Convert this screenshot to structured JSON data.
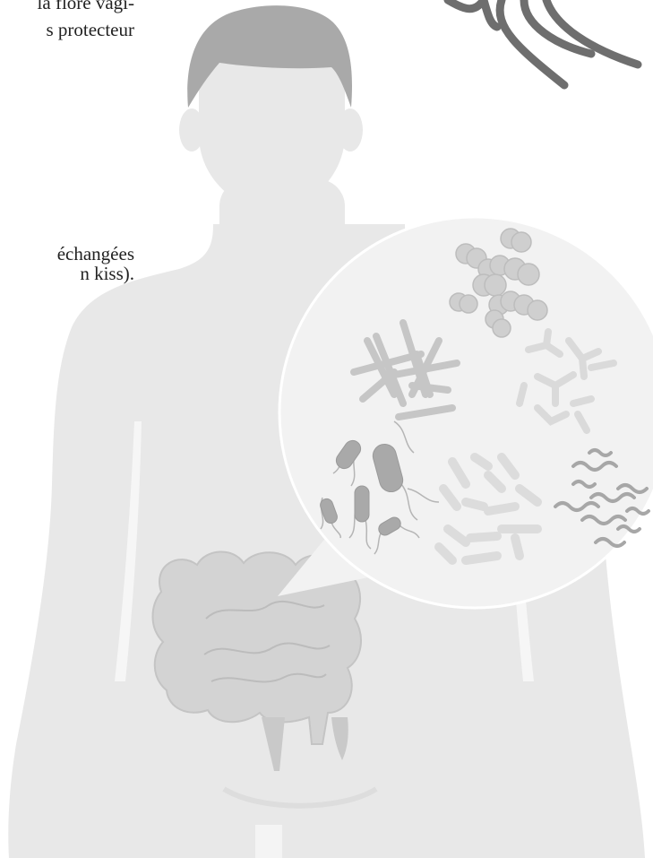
{
  "text_fragments": {
    "top_line_1": "la flore vagi-",
    "top_line_2": "s protecteur",
    "mid_line_1": "échangées",
    "mid_line_2": "n kiss)."
  },
  "colors": {
    "background": "#ffffff",
    "body_silhouette": "#e8e8e8",
    "hair": "#a9a9a9",
    "intestine": "#d3d3d3",
    "zoom_bubble": "#f2f2f2",
    "bacteria_light": "#dcdcdc",
    "bacteria_mid": "#c9c9c9",
    "bacteria_dark": "#b0b0b0",
    "flagellate_corner": "#6e6e6e",
    "text": "#222222"
  },
  "icons": {
    "human_body": "human-body-silhouette",
    "intestine": "intestine-icon",
    "microbiome_zoom": "microbiome-magnifier",
    "corner_microbe": "flagellated-bacterium-icon"
  }
}
